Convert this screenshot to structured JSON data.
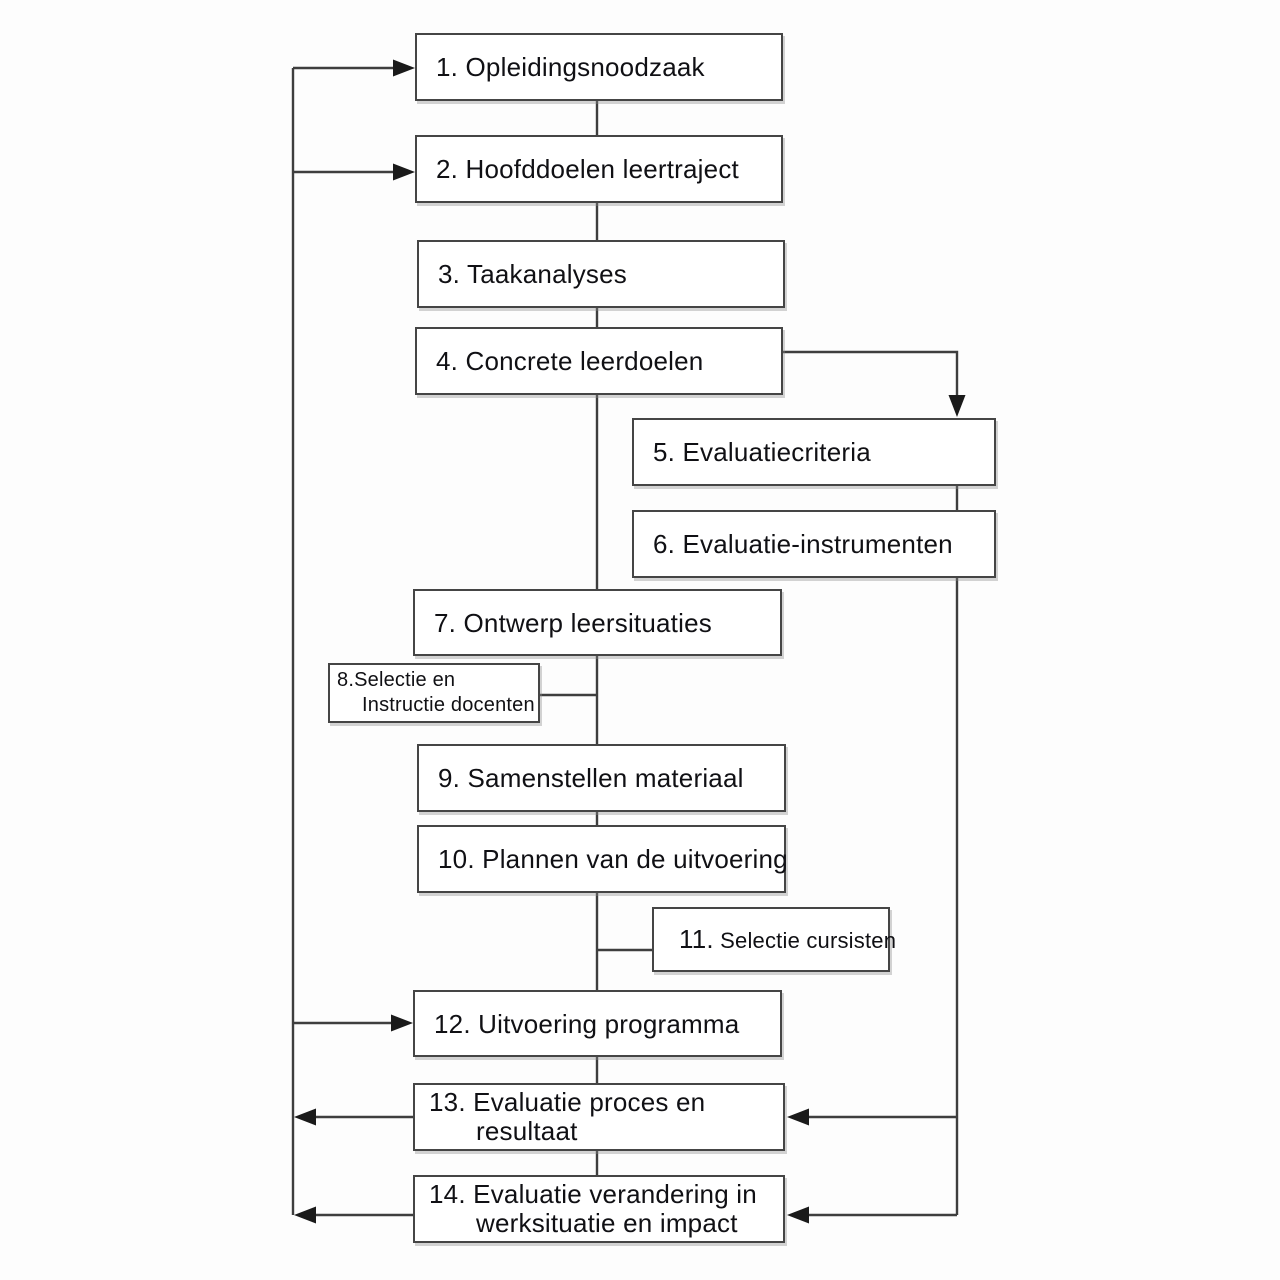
{
  "diagram": {
    "description": "Flowchart of a 14-step training design and evaluation cycle (Dutch)",
    "colors": {
      "background": "#fdfdfd",
      "box_fill": "#ffffff",
      "box_border": "#454545",
      "connector": "#3e3e3e",
      "arrowhead": "#1a1a1a",
      "text": "#101014"
    },
    "nodes": [
      {
        "id": "1",
        "lines": [
          "1. Opleidingsnoodzaak"
        ]
      },
      {
        "id": "2",
        "lines": [
          "2. Hoofddoelen leertraject"
        ]
      },
      {
        "id": "3",
        "lines": [
          "3. Taakanalyses"
        ]
      },
      {
        "id": "4",
        "lines": [
          "4. Concrete leerdoelen"
        ]
      },
      {
        "id": "5",
        "lines": [
          "5. Evaluatiecriteria"
        ]
      },
      {
        "id": "6",
        "lines": [
          "6. Evaluatie-instrumenten"
        ]
      },
      {
        "id": "7",
        "lines": [
          "7. Ontwerp leersituaties"
        ]
      },
      {
        "id": "8",
        "lines": [
          "8.Selectie en",
          "Instructie docenten"
        ]
      },
      {
        "id": "9",
        "lines": [
          "9. Samenstellen materiaal"
        ]
      },
      {
        "id": "10",
        "lines": [
          "10. Plannen van de uitvoering"
        ]
      },
      {
        "id": "11",
        "number": "11.",
        "text": " Selectie cursisten"
      },
      {
        "id": "12",
        "lines": [
          "12. Uitvoering programma"
        ]
      },
      {
        "id": "13",
        "lines": [
          "13. Evaluatie proces en",
          "resultaat"
        ]
      },
      {
        "id": "14",
        "lines": [
          "14. Evaluatie verandering in",
          "werksituatie en impact"
        ]
      }
    ],
    "edges": [
      {
        "from": "1",
        "to": "2",
        "arrow": false
      },
      {
        "from": "2",
        "to": "3",
        "arrow": false
      },
      {
        "from": "3",
        "to": "4",
        "arrow": false
      },
      {
        "from": "4",
        "to": "5",
        "arrow": true
      },
      {
        "from": "5",
        "to": "6",
        "arrow": false
      },
      {
        "from": "4",
        "to": "7",
        "arrow": false
      },
      {
        "from": "8",
        "to": "main-line-7-9",
        "arrow": false
      },
      {
        "from": "7",
        "to": "9",
        "arrow": false
      },
      {
        "from": "9",
        "to": "10",
        "arrow": false
      },
      {
        "from": "11",
        "to": "main-line-10-12",
        "arrow": false
      },
      {
        "from": "10",
        "to": "12",
        "arrow": false
      },
      {
        "from": "12",
        "to": "13",
        "arrow": false
      },
      {
        "from": "13",
        "to": "14",
        "arrow": false
      },
      {
        "from": "6",
        "to": "13",
        "arrow": true
      },
      {
        "from": "6",
        "to": "14",
        "arrow": true
      },
      {
        "from": "13",
        "to": "feedback-left-line",
        "arrow": true
      },
      {
        "from": "14",
        "to": "feedback-left-line",
        "arrow": true
      },
      {
        "from": "feedback-left-line",
        "to": "1",
        "arrow": true
      },
      {
        "from": "feedback-left-line",
        "to": "2",
        "arrow": true
      },
      {
        "from": "feedback-left-line",
        "to": "12",
        "arrow": true
      }
    ]
  }
}
